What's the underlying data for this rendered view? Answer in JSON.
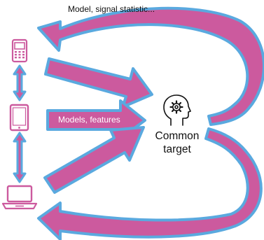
{
  "top_label": "Model, signal statistic...",
  "middle_arrow_label": "Models, features",
  "center": {
    "line1": "Common",
    "line2": "target",
    "icon": "head-with-gear-icon"
  },
  "devices": [
    {
      "name": "phone",
      "icon": "mobile-phone-icon"
    },
    {
      "name": "tablet",
      "icon": "tablet-icon"
    },
    {
      "name": "laptop",
      "icon": "laptop-icon"
    }
  ],
  "colors": {
    "arrow_fill": "#cc5a9e",
    "arrow_stroke": "#5aa9df",
    "device": "#cc5a9e",
    "text": "#111111",
    "label_text": "#ffffff"
  }
}
